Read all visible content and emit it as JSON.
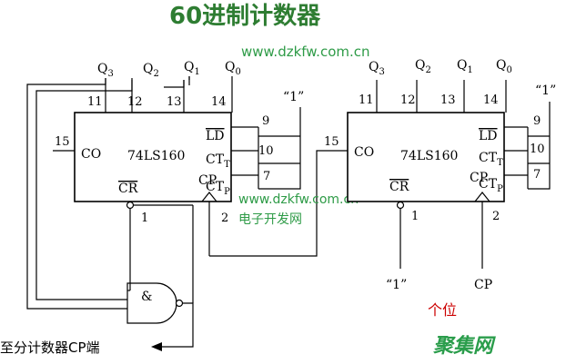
{
  "title": "60进制计数器",
  "watermark": {
    "url_top": "www.dzkfw.com.cn",
    "url_mid": "www.dzkfw.com.cn",
    "site_name": "电子开发网"
  },
  "left_chip": {
    "name": "74LS160",
    "outputs": [
      "Q3",
      "Q2",
      "Q1",
      "Q0"
    ],
    "top_pins": [
      "11",
      "12",
      "13",
      "14"
    ],
    "right_pins": [
      "9",
      "10",
      "7"
    ],
    "right_labels": [
      "LD",
      "CT",
      "CT"
    ],
    "right_subs": [
      "",
      "T",
      "P"
    ],
    "co_label": "CO",
    "co_pin": "15",
    "cr_label": "CR",
    "cr_pin": "1",
    "cp_label": "CP",
    "cp_pin": "2",
    "one_label": "“1”"
  },
  "right_chip": {
    "name": "74LS160",
    "outputs": [
      "Q3",
      "Q2",
      "Q1",
      "Q0"
    ],
    "top_pins": [
      "11",
      "12",
      "13",
      "14"
    ],
    "right_pins": [
      "9",
      "10",
      "7"
    ],
    "right_labels": [
      "LD",
      "CT",
      "CT"
    ],
    "right_subs": [
      "",
      "T",
      "P"
    ],
    "co_label": "CO",
    "co_pin": "15",
    "cr_label": "CR",
    "cr_pin": "1",
    "cp_label": "CP",
    "cp_pin": "2",
    "one_label": "“1”",
    "cr_one_label": "“1”",
    "cp_input_label": "CP",
    "caption": "个位"
  },
  "and_gate_symbol": "&",
  "output_note": "至分计数器CP端",
  "logo_text": "聚集网"
}
